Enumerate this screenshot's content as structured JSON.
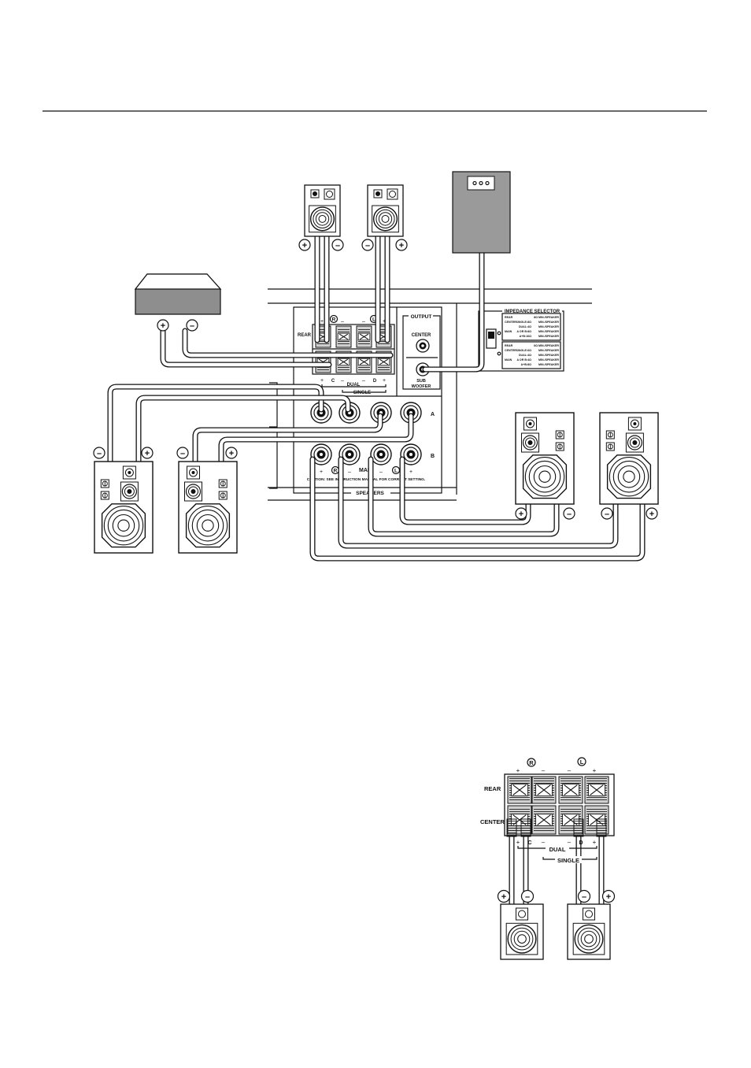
{
  "colors": {
    "ink": "#111111",
    "paper": "#ffffff",
    "subwoofer_body": "#9a9a9a",
    "center_body": "#8e8e8e",
    "terminal": "#d0d0d0"
  },
  "icons": [
    "speaker-icon",
    "subwoofer-icon",
    "center-speaker-icon",
    "terminal-icon",
    "rca-jack-icon"
  ],
  "panel": {
    "r": "R",
    "l": "L",
    "rear": "REAR",
    "center": "CENTER",
    "plus": "+",
    "minus": "–",
    "c": "C",
    "d": "D",
    "dual": "DUAL",
    "single": "SINGLE",
    "output": "OUTPUT",
    "out_center": "CENTER",
    "sub": "SUB",
    "woofer": "WOOFER",
    "a": "A",
    "b": "B",
    "main": "MAIN",
    "caution": "CAUTION: SEE INSTRUCTION MANUAL FOR CORRECT SETTING.",
    "speakers": "SPEAKERS"
  },
  "impedance": {
    "title": "IMPEDANCE SELECTOR",
    "upper": [
      [
        "REAR",
        "",
        "8Ω MIN./SPEAKER"
      ],
      [
        "CENTER",
        "SINGLE:8Ω",
        "MIN./SPEAKER"
      ],
      [
        "",
        "DUAL:4Ω",
        "MIN./SPEAKER"
      ],
      [
        "MAIN",
        "A OR B:8Ω",
        "MIN./SPEAKER"
      ],
      [
        "",
        "A+B:16Ω",
        "MIN./SPEAKER"
      ]
    ],
    "lower": [
      [
        "REAR",
        "",
        "6Ω MIN./SPEAKER"
      ],
      [
        "CENTER",
        "SINGLE:6Ω",
        "MIN./SPEAKER"
      ],
      [
        "",
        "DUAL:4Ω",
        "MIN./SPEAKER"
      ],
      [
        "MAIN",
        "A OR B:4Ω",
        "MIN./SPEAKER"
      ],
      [
        "",
        "A+B:8Ω",
        "MIN./SPEAKER"
      ]
    ]
  },
  "detail": {
    "r": "R",
    "l": "L",
    "rear": "REAR",
    "center": "CENTER",
    "plus": "+",
    "minus": "–",
    "c": "C",
    "d": "D",
    "dual": "DUAL",
    "single": "SINGLE"
  },
  "signs": {
    "plus": "+",
    "minus": "–"
  }
}
